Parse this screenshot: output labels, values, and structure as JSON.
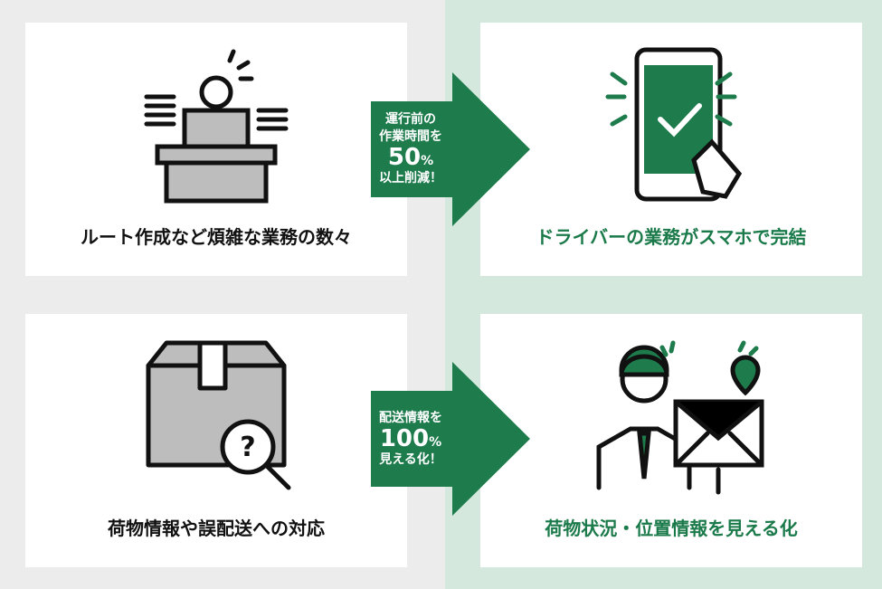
{
  "colors": {
    "green": "#1d7b4c",
    "left_bg": "#ececec",
    "right_bg": "#d4e8de"
  },
  "rows": [
    {
      "before": {
        "caption": "ルート作成など煩雑な業務の数々",
        "icon": "stressed-worker-desk-icon"
      },
      "arrow": {
        "line1": "運行前の",
        "line2": "作業時間を",
        "value": "50",
        "unit": "%",
        "line3": "以上削減！"
      },
      "after": {
        "caption": "ドライバーの業務がスマホで完結",
        "icon": "smartphone-check-icon"
      }
    },
    {
      "before": {
        "caption": "荷物情報や誤配送への対応",
        "icon": "box-question-icon"
      },
      "arrow": {
        "line1": "配送情報を",
        "value": "100",
        "unit": "%",
        "line3": "見える化！"
      },
      "after": {
        "caption": "荷物状況・位置情報を見える化",
        "icon": "person-map-pin-icon"
      }
    }
  ]
}
